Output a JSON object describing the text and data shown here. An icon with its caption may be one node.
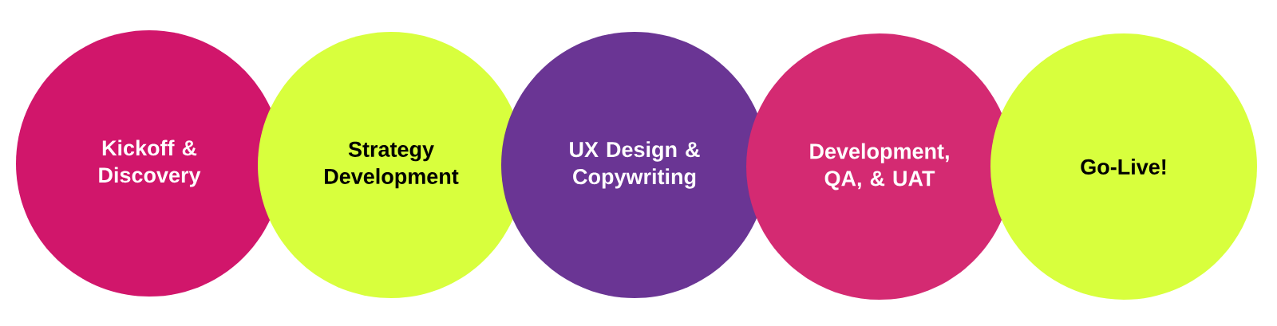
{
  "diagram": {
    "nodes": [
      {
        "text": [
          "Kickoff & Discovery"
        ]
      },
      {
        "text": [
          "Strategy Development"
        ]
      },
      {
        "text": [
          "UX Design & Copywriting"
        ]
      },
      {
        "text": [
          "Development, QA, & UAT"
        ]
      },
      {
        "text": [
          "Go-Live!"
        ]
      }
    ]
  }
}
